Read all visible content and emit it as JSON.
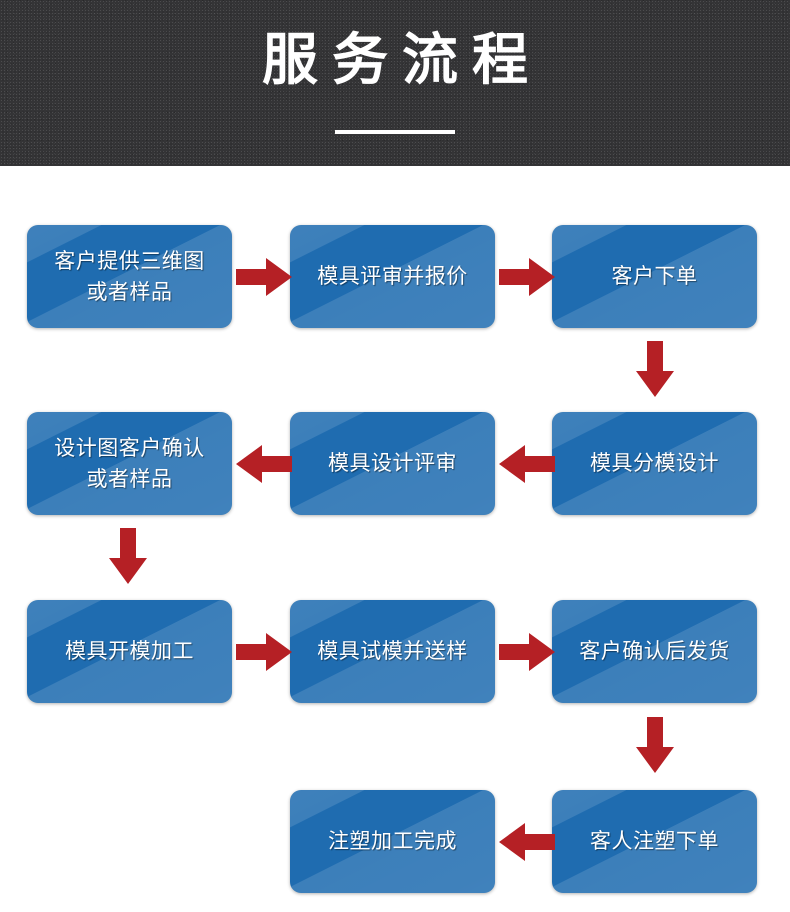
{
  "banner": {
    "title": "服务流程",
    "background_color": "#343436",
    "title_color": "#ffffff",
    "rule": "divider-rule"
  },
  "theme": {
    "node_blue": "#1f6cb0",
    "node_blue_light": "#3a83c4",
    "arrow_red": "#b52025",
    "page_background": "#ffffff",
    "node_text_color": "#ffffff"
  },
  "flow": {
    "nodes": [
      {
        "id": "n1",
        "label": "客户提供三维图\n或者样品",
        "row": 1,
        "col": 1
      },
      {
        "id": "n2",
        "label": "模具评审并报价",
        "row": 1,
        "col": 2
      },
      {
        "id": "n3",
        "label": "客户下单",
        "row": 1,
        "col": 3
      },
      {
        "id": "n4",
        "label": "设计图客户确认\n或者样品",
        "row": 2,
        "col": 1
      },
      {
        "id": "n5",
        "label": "模具设计评审",
        "row": 2,
        "col": 2
      },
      {
        "id": "n6",
        "label": "模具分模设计",
        "row": 2,
        "col": 3
      },
      {
        "id": "n7",
        "label": "模具开模加工",
        "row": 3,
        "col": 1
      },
      {
        "id": "n8",
        "label": "模具试模并送样",
        "row": 3,
        "col": 2
      },
      {
        "id": "n9",
        "label": "客户确认后发货",
        "row": 3,
        "col": 3
      },
      {
        "id": "n10",
        "label": "注塑加工完成",
        "row": 4,
        "col": 2
      },
      {
        "id": "n11",
        "label": "客人注塑下单",
        "row": 4,
        "col": 3
      }
    ],
    "connectors": [
      {
        "id": "c1",
        "from": "n1",
        "to": "n2",
        "direction": "right"
      },
      {
        "id": "c2",
        "from": "n2",
        "to": "n3",
        "direction": "right"
      },
      {
        "id": "c3",
        "from": "n3",
        "to": "n6",
        "direction": "down"
      },
      {
        "id": "c4",
        "from": "n6",
        "to": "n5",
        "direction": "left"
      },
      {
        "id": "c5",
        "from": "n5",
        "to": "n4",
        "direction": "left"
      },
      {
        "id": "c6",
        "from": "n4",
        "to": "n7",
        "direction": "down"
      },
      {
        "id": "c7",
        "from": "n7",
        "to": "n8",
        "direction": "right"
      },
      {
        "id": "c8",
        "from": "n8",
        "to": "n9",
        "direction": "right"
      },
      {
        "id": "c9",
        "from": "n9",
        "to": "n11",
        "direction": "down"
      },
      {
        "id": "c10",
        "from": "n11",
        "to": "n10",
        "direction": "left"
      }
    ]
  }
}
